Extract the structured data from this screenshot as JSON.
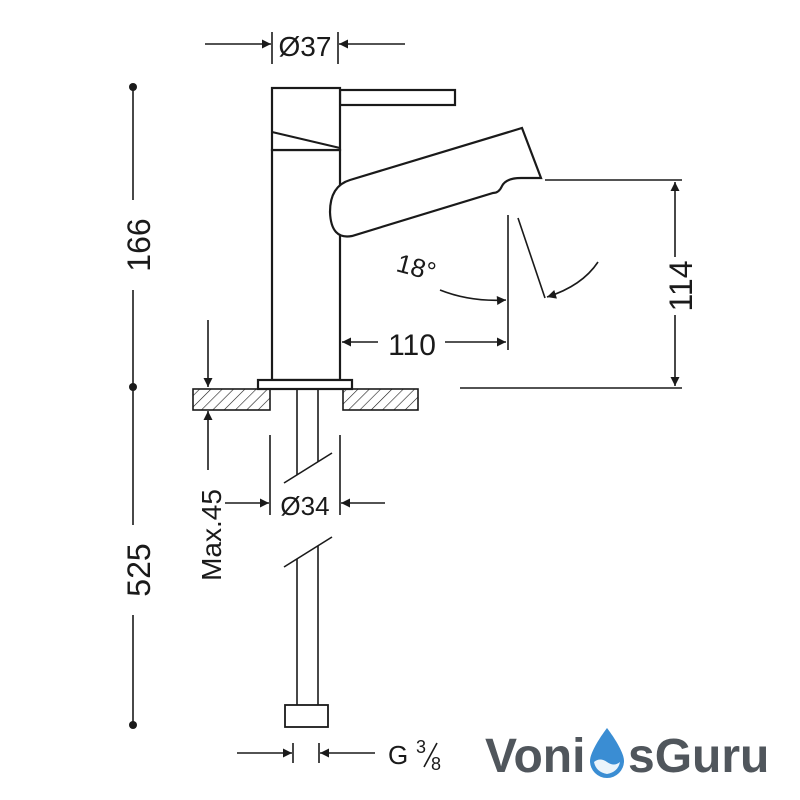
{
  "dimensions": {
    "top_diameter": "Ø37",
    "upper_height": "166",
    "lower_length": "525",
    "spout_height": "114",
    "spout_reach": "110",
    "spout_angle": "18°",
    "max_thickness": "Max.45",
    "hole_diameter": "Ø34",
    "connection_prefix": "G",
    "connection_num": "3",
    "connection_den": "8"
  },
  "logo": {
    "left": "Voni",
    "right": "sGuru",
    "icon": "water-drop-icon"
  },
  "colors": {
    "line": "#1a1a1a",
    "logo_text": "#50565c",
    "logo_drop": "#3a8dd3"
  }
}
